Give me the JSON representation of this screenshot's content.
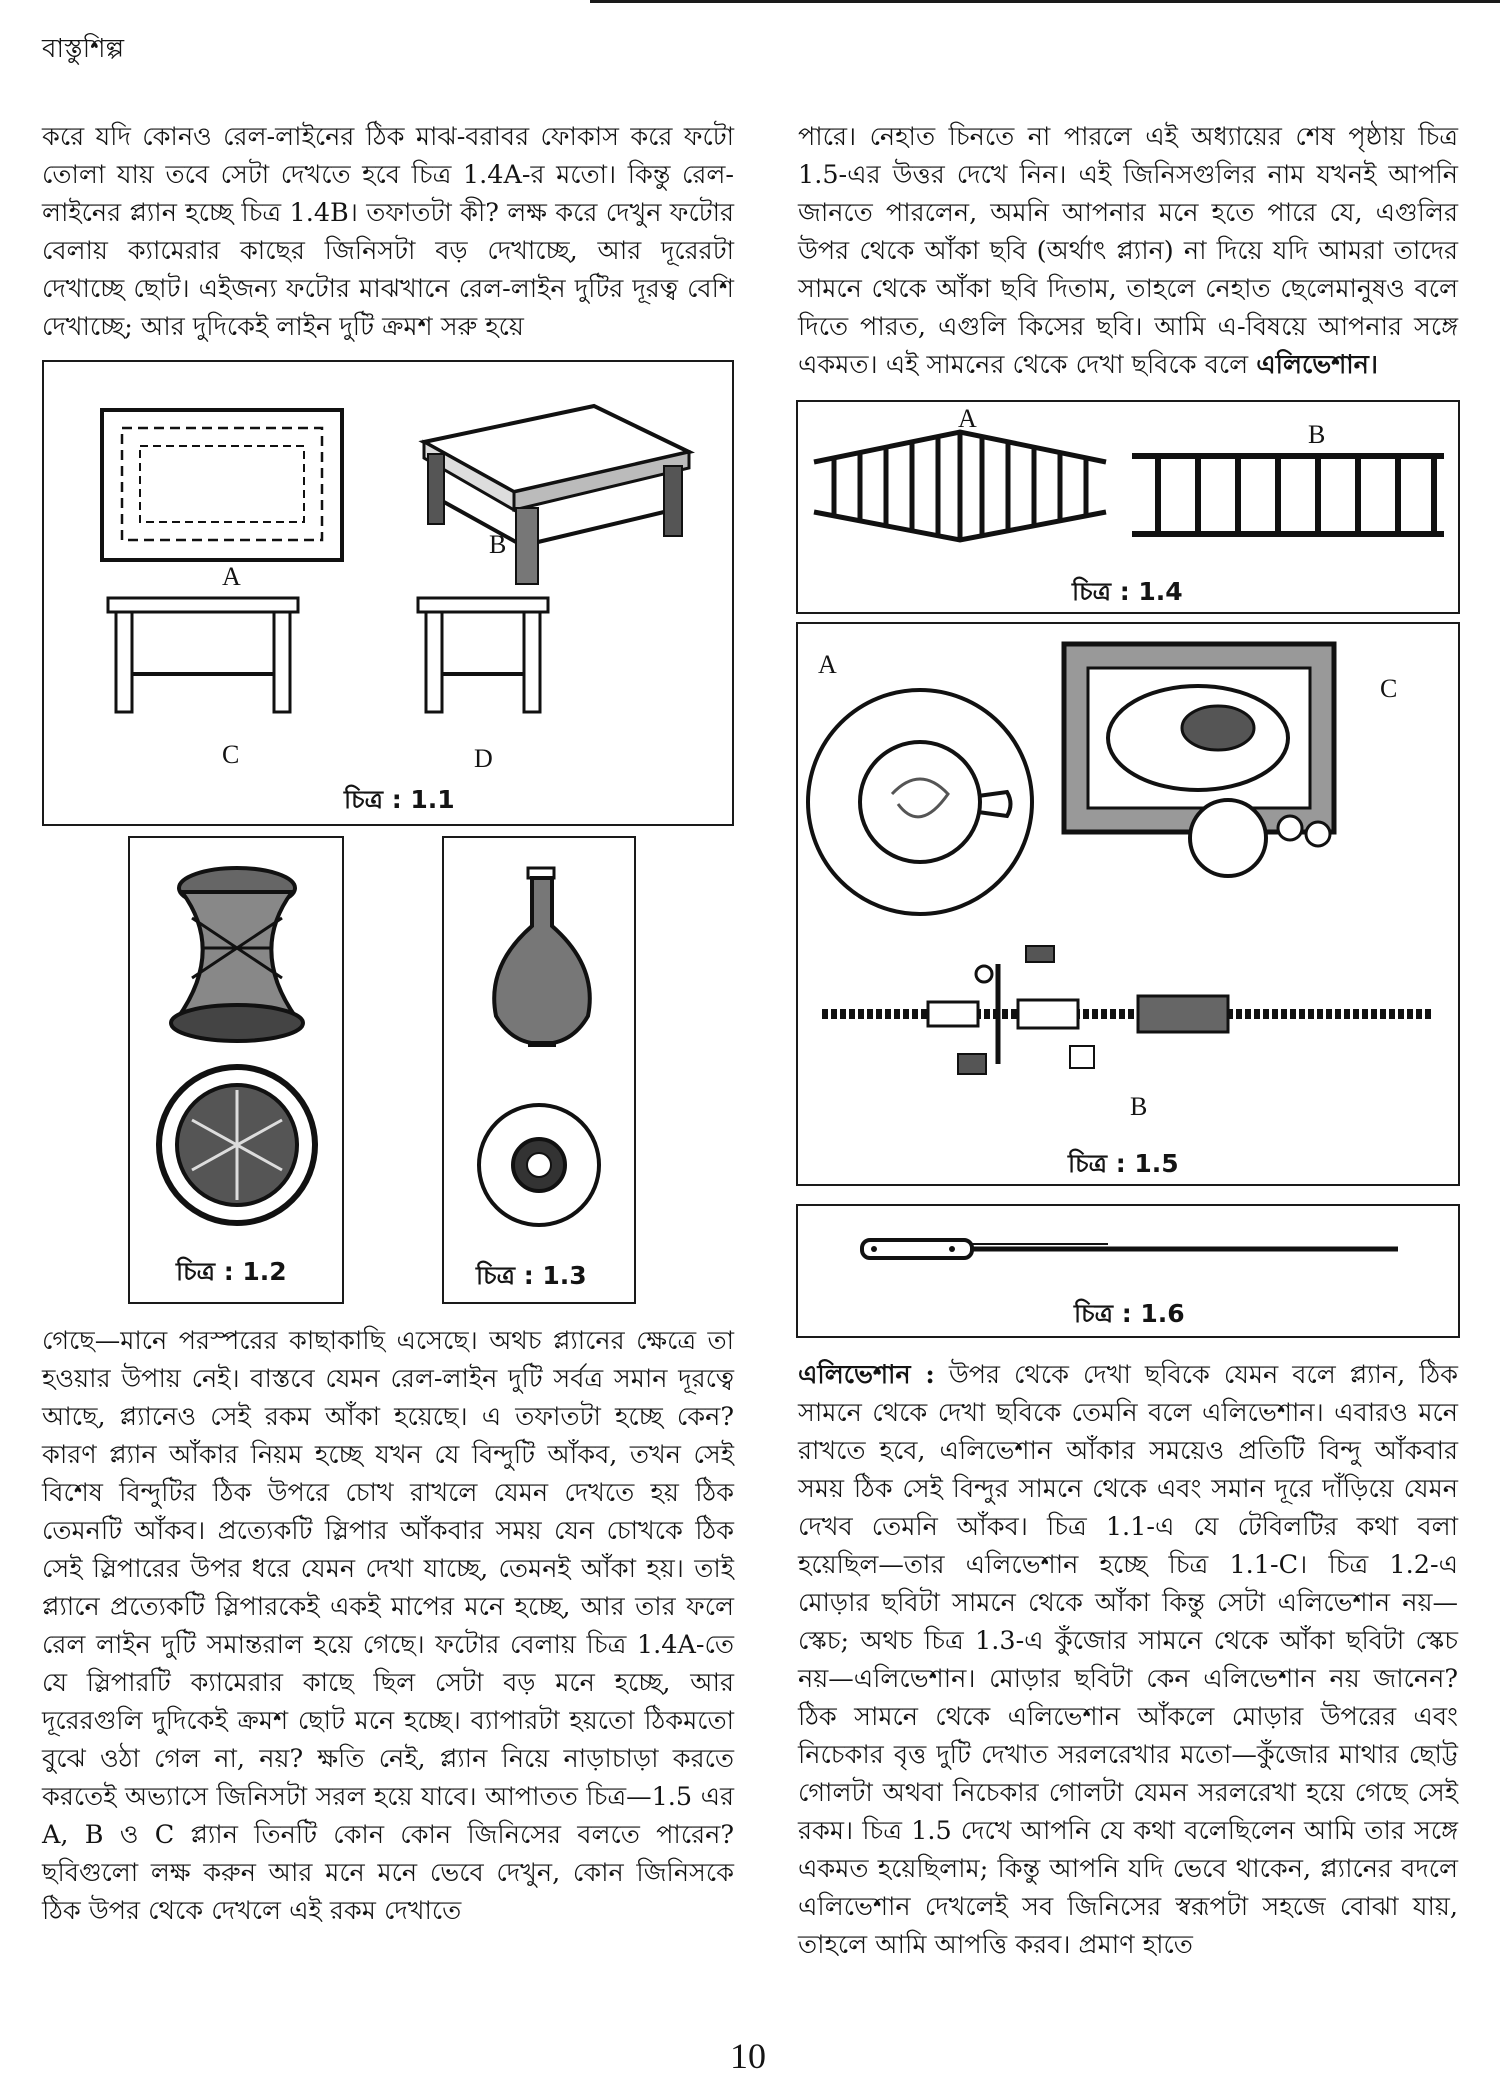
{
  "header": {
    "running_title": "বাস্তুশিল্প"
  },
  "left_top": "করে যদি কোনও রেল-লাইনের ঠিক মাঝ-বরাবর ফোকাস করে ফটো তোলা যায় তবে সেটা দেখতে হবে চিত্র 1.4A-র মতো। কিন্তু রেল-লাইনের প্ল্যান হচ্ছে চিত্র 1.4B। তফাতটা কী? লক্ষ করে দেখুন ফটোর বেলায় ক্যামেরার কাছের জিনিসটা বড় দেখাচ্ছে, আর দূরেরটা দেখাচ্ছে ছোট। এইজন্য ফটোর মাঝখানে রেল-লাইন দুটির দূরত্ব বেশি দেখাচ্ছে; আর দুদিকেই লাইন দুটি ক্রমশ সরু হয়ে",
  "left_bottom": "গেছে—মানে পরস্পরের কাছাকাছি এসেছে। অথচ প্ল্যানের ক্ষেত্রে তা হওয়ার উপায় নেই। বাস্তবে যেমন রেল-লাইন দুটি সর্বত্র সমান দূরত্বে আছে, প্ল্যানেও সেই রকম আঁকা হয়েছে। এ তফাতটা হচ্ছে কেন? কারণ প্ল্যান আঁকার নিয়ম হচ্ছে যখন যে বিন্দুটি আঁকব, তখন সেই বিশেষ বিন্দুটির ঠিক উপরে চোখ রাখলে যেমন দেখতে হয় ঠিক তেমনটি আঁকব। প্রত্যেকটি স্লিপার আঁকবার সময় যেন চোখকে ঠিক সেই স্লিপারের উপর ধরে যেমন দেখা যাচ্ছে, তেমনই আঁকা হয়। তাই প্ল্যানে প্রত্যেকটি স্লিপারকেই একই মাপের মনে হচ্ছে, আর তার ফলে রেল লাইন দুটি সমান্তরাল হয়ে গেছে। ফটোর বেলায় চিত্র 1.4A-তে যে স্লিপারটি ক্যামেরার কাছে ছিল সেটা বড় মনে হচ্ছে, আর দূরেরগুলি দুদিকেই ক্রমশ ছোট মনে হচ্ছে। ব্যাপারটা হয়তো ঠিকমতো বুঝে ওঠা গেল না, নয়? ক্ষতি নেই, প্ল্যান নিয়ে নাড়াচাড়া করতে করতেই অভ্যাসে জিনিসটা সরল হয়ে যাবে। আপাতত চিত্র—1.5 এর A, B ও C প্ল্যান তিনটি কোন কোন জিনিসের বলতে পারেন? ছবিগুলো লক্ষ করুন আর মনে মনে ভেবে দেখুন, কোন জিনিসকে ঠিক উপর থেকে দেখলে এই রকম দেখাতে",
  "right_top": "পারে। নেহাত চিনতে না পারলে এই অধ্যায়ের শেষ পৃষ্ঠায় চিত্র 1.5-এর উত্তর দেখে নিন। এই জিনিসগুলির নাম যখনই আপনি জানতে পারলেন, অমনি আপনার মনে হতে পারে যে, এগুলির উপর থেকে আঁকা ছবি (অর্থাৎ প্ল্যান) না দিয়ে যদি আমরা তাদের সামনে থেকে আঁকা ছবি দিতাম, তাহলে নেহাত ছেলেমানুষও বলে দিতে পারত, এগুলি কিসের ছবি। আমি এ-বিষয়ে আপনার সঙ্গে একমত। এই সামনের থেকে দেখা ছবিকে বলে",
  "right_top_bold": "এলিভেশান।",
  "right_bottom_lead": "এলিভেশান :",
  "right_bottom": "উপর থেকে দেখা ছবিকে যেমন বলে প্ল্যান, ঠিক সামনে থেকে দেখা ছবিকে তেমনি বলে এলিভেশান। এবারও মনে রাখতে হবে, এলিভেশান আঁকার সময়েও প্রতিটি বিন্দু আঁকবার সময় ঠিক সেই বিন্দুর সামনে থেকে এবং সমান দূরে দাঁড়িয়ে যেমন দেখব তেমনি আঁকব। চিত্র 1.1-এ যে টেবিলটির কথা বলা হয়েছিল—তার এলিভেশান হচ্ছে চিত্র 1.1-C। চিত্র 1.2-এ মোড়ার ছবিটা সামনে থেকে আঁকা কিন্তু সেটা এলিভেশান নয়—স্কেচ; অথচ চিত্র 1.3-এ কুঁজোর সামনে থেকে আঁকা ছবিটা স্কেচ নয়—এলিভেশান। মোড়ার ছবিটা কেন এলিভেশান নয় জানেন? ঠিক সামনে থেকে এলিভেশান আঁকলে মোড়ার উপরের এবং নিচেকার বৃত্ত দুটি দেখাত সরলরেখার মতো—কুঁজোর মাথার ছোট্ট গোলটা অথবা নিচেকার গোলটা যেমন সরলরেখা হয়ে গেছে সেই রকম। চিত্র 1.5 দেখে আপনি যে কথা বলেছিলেন আমি তার সঙ্গে একমত হয়েছিলাম; কিন্তু আপনি যদি ভেবে থাকেন, প্ল্যানের বদলে এলিভেশান দেখলেই সব জিনিসের স্বরূপটা সহজে বোঝা যায়, তাহলে আমি আপত্তি করব। প্রমাণ হাতে",
  "figures": {
    "f11": {
      "caption": "চিত্র : 1.1",
      "labels": [
        "A",
        "B",
        "C",
        "D"
      ]
    },
    "f12": {
      "caption": "চিত্র : 1.2"
    },
    "f13": {
      "caption": "চিত্র : 1.3"
    },
    "f14": {
      "caption": "চিত্র : 1.4",
      "labels": [
        "A",
        "B"
      ]
    },
    "f15": {
      "caption": "চিত্র : 1.5",
      "labels": [
        "A",
        "C",
        "B"
      ]
    },
    "f16": {
      "caption": "চিত্র : 1.6"
    }
  },
  "page_number": "10"
}
